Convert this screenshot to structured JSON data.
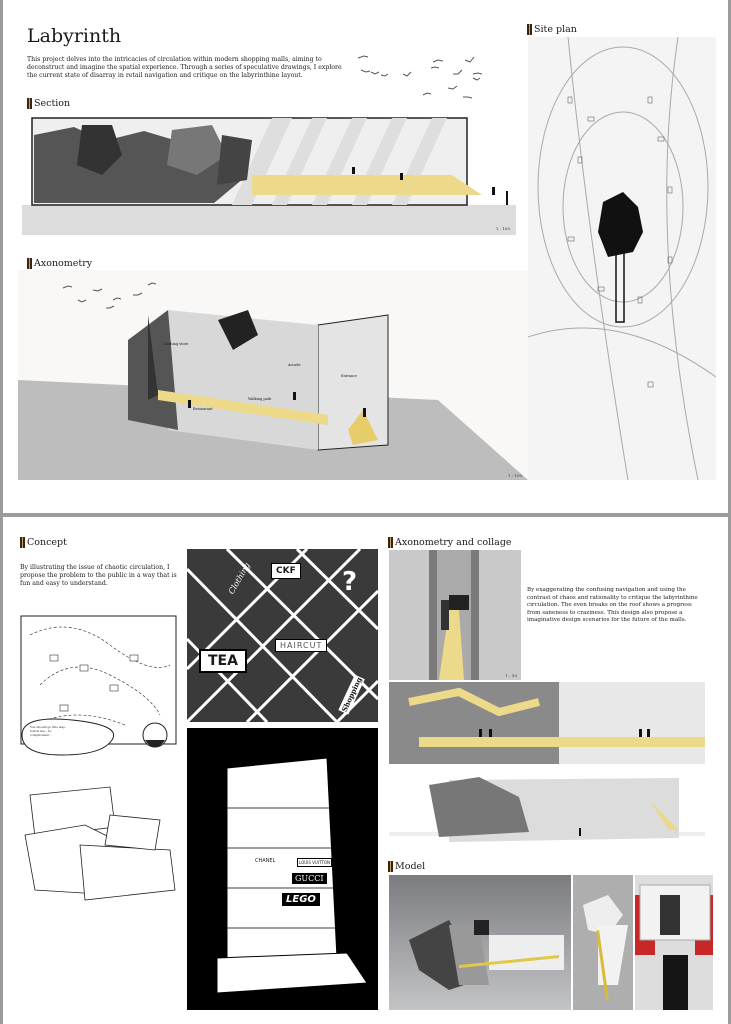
{
  "page1": {
    "title": "Labyrinth",
    "description": "This project delves into the intricacies of circulation within modern shopping malls, aiming to deconstruct and imagine the spatial experience. Through a series of speculative drawings, I explore the current state of disarray in retail navigation and critique on the labyrinthine layout.",
    "section": {
      "heading": "Section",
      "scale": "1 : 100"
    },
    "axonometry": {
      "heading": "Axonometry",
      "scale": "1 : 100",
      "labels": [
        "Clothing store",
        "Arcade",
        "Entrance",
        "Walking path",
        "Restaurant"
      ]
    },
    "site_plan": {
      "heading": "Site plan"
    }
  },
  "page2": {
    "concept": {
      "heading": "Concept",
      "text": "By illustrating the issue of chaotic circulation, I propose the problem to the public in a way that is fun and easy to understand.",
      "speech_bubble": "You should go this way.. follow me.. So complicated..."
    },
    "illustration_signs": [
      "Clothing",
      "CKF",
      "TEA",
      "HAIRCUT",
      "Shopping",
      "CHANEL",
      "LOUIS VUITTON",
      "GUCCI",
      "LEGO"
    ],
    "collage": {
      "heading": "Axonometry and collage",
      "text": "By exaggerating the confusing navigation and using the contrast of chaos and rationality to critique the labyrinthine circulation. The even breaks on the roof shows a progress from saneness to craziness. This design also propose a imaginative design scenarios for the future of the malls.",
      "scale": "1 : 50"
    },
    "model": {
      "heading": "Model"
    }
  },
  "colors": {
    "path_yellow": "#ecd98a",
    "heading_bar": "#3a2410"
  }
}
